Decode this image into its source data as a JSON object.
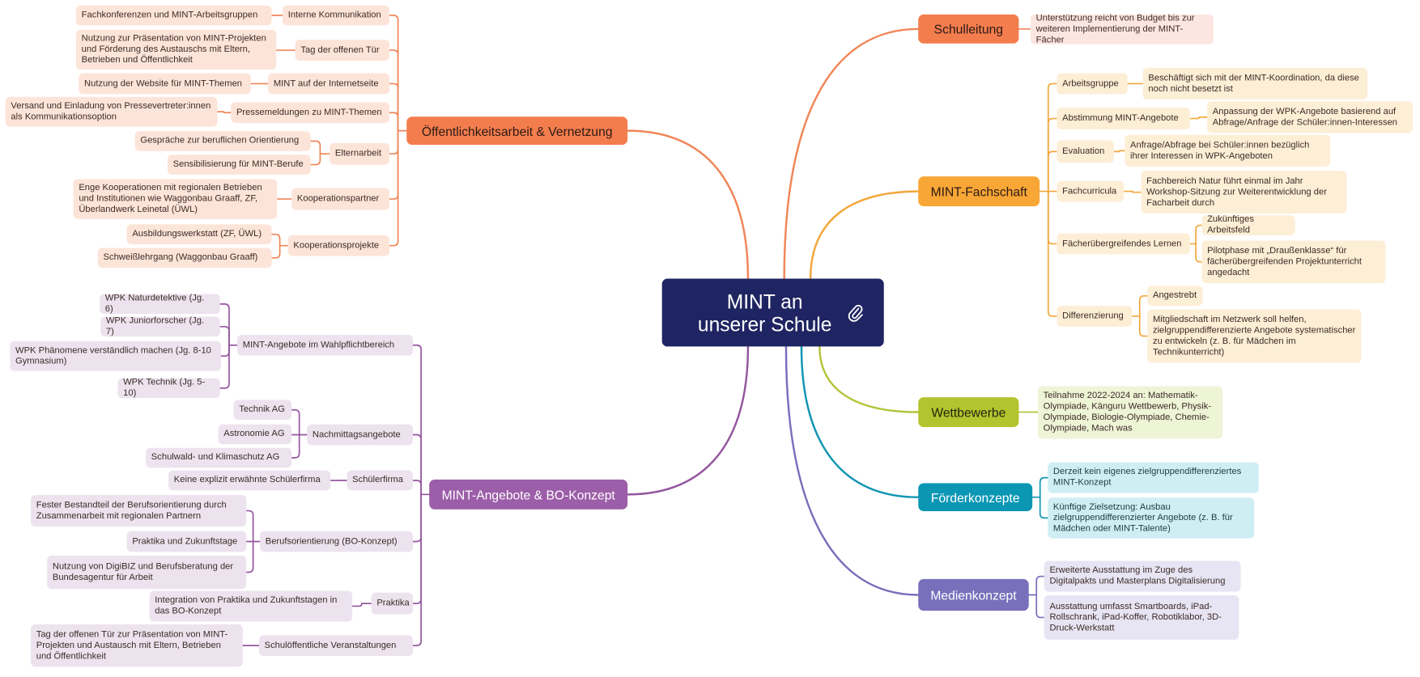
{
  "center": {
    "title": "MINT an unserer Schule",
    "icon": "paperclip-icon"
  },
  "colors": {
    "center": "#1f2562",
    "oeffentlichkeit": "#f47d4e",
    "bo_konzept": "#9c5ea8",
    "schulleitung": "#f47d4e",
    "fachschaft": "#f8a636",
    "wettbewerbe": "#b3c42e",
    "foerder": "#0b97b4",
    "medien": "#7870bb"
  },
  "branches": [
    {
      "label": "Öffentlichkeitsarbeit & Vernetzung",
      "children": [
        {
          "label": "Interne Kommunikation",
          "children": [
            {
              "label": "Fachkonferenzen und MINT-Arbeitsgruppen"
            }
          ]
        },
        {
          "label": "Tag der offenen Tür",
          "children": [
            {
              "label": "Nutzung zur Präsentation von MINT-Projekten und Förderung des Austauschs mit Eltern, Betrieben und Öffentlichkeit"
            }
          ]
        },
        {
          "label": "MINT auf der Internetseite",
          "children": [
            {
              "label": "Nutzung der Website für MINT-Themen"
            }
          ]
        },
        {
          "label": "Pressemeldungen zu MINT-Themen",
          "children": [
            {
              "label": "Versand und Einladung von Pressevertreter:innen als Kommunikationsoption"
            }
          ]
        },
        {
          "label": "Elternarbeit",
          "children": [
            {
              "label": "Gespräche zur beruflichen Orientierung"
            },
            {
              "label": "Sensibilisierung für MINT-Berufe"
            }
          ]
        },
        {
          "label": "Kooperationspartner",
          "children": [
            {
              "label": "Enge Kooperationen mit regionalen Betrieben und Institutionen wie Waggonbau Graaff, ZF, Überlandwerk Leinetal (ÜWL)"
            }
          ]
        },
        {
          "label": "Kooperationsprojekte",
          "children": [
            {
              "label": "Ausbildungswerkstatt (ZF, ÜWL)"
            },
            {
              "label": "Schweißlehrgang (Waggonbau Graaff)"
            }
          ]
        }
      ]
    },
    {
      "label": "MINT-Angebote & BO-Konzept",
      "children": [
        {
          "label": "MINT-Angebote im Wahlpflichtbereich",
          "children": [
            {
              "label": "WPK Naturdetektive (Jg. 6)"
            },
            {
              "label": "WPK Juniorforscher (Jg. 7)"
            },
            {
              "label": "WPK Phänomene verständlich machen (Jg. 8-10 Gymnasium)"
            },
            {
              "label": "WPK Technik (Jg. 5-10)"
            }
          ]
        },
        {
          "label": "Nachmittagsangebote",
          "children": [
            {
              "label": "Technik AG"
            },
            {
              "label": "Astronomie AG"
            },
            {
              "label": "Schulwald- und Klimaschutz AG"
            }
          ]
        },
        {
          "label": "Schülerfirma",
          "children": [
            {
              "label": "Keine explizit erwähnte Schülerfirma"
            }
          ]
        },
        {
          "label": "Berufsorientierung (BO-Konzept)",
          "children": [
            {
              "label": "Fester Bestandteil der Berufsorientierung durch Zusammenarbeit mit regionalen Partnern"
            },
            {
              "label": "Praktika und Zukunftstage"
            },
            {
              "label": "Nutzung von DigiBIZ und Berufsberatung der Bundesagentur für Arbeit"
            }
          ]
        },
        {
          "label": "Praktika",
          "children": [
            {
              "label": "Integration von Praktika und Zukunftstagen in das BO-Konzept"
            }
          ]
        },
        {
          "label": "Schulöffentliche Veranstaltungen",
          "children": [
            {
              "label": "Tag der offenen Tür zur Präsentation von MINT-Projekten und Austausch mit Eltern, Betrieben und Öffentlichkeit"
            }
          ]
        }
      ]
    },
    {
      "label": "Schulleitung",
      "children": [
        {
          "label": "Unterstützung reicht von Budget bis zur weiteren Implementierung der MINT-Fächer"
        }
      ]
    },
    {
      "label": "MINT-Fachschaft",
      "children": [
        {
          "label": "Arbeitsgruppe",
          "children": [
            {
              "label": "Beschäftigt sich mit der MINT-Koordination, da diese noch nicht besetzt ist"
            }
          ]
        },
        {
          "label": "Abstimmung MINT-Angebote",
          "children": [
            {
              "label": "Anpassung der WPK-Angebote basierend auf Abfrage/Anfrage der Schüler:innen-Interessen"
            }
          ]
        },
        {
          "label": "Evaluation",
          "children": [
            {
              "label": "Anfrage/Abfrage bei Schüler:innen bezüglich ihrer Interessen in WPK-Angeboten"
            }
          ]
        },
        {
          "label": "Fachcurricula",
          "children": [
            {
              "label": "Fachbereich Natur führt einmal im Jahr Workshop-Sitzung zur Weiterentwicklung der Facharbeit durch"
            }
          ]
        },
        {
          "label": "Fächerübergreifendes Lernen",
          "children": [
            {
              "label": "Zukünftiges Arbeitsfeld"
            },
            {
              "label": "Pilotphase mit „Draußenklasse“ für fächerübergreifenden Projektunterricht angedacht"
            }
          ]
        },
        {
          "label": "Differenzierung",
          "children": [
            {
              "label": "Angestrebt"
            },
            {
              "label": "Mitgliedschaft im Netzwerk soll helfen, zielgruppendifferenzierte Angebote systematischer zu entwickeln (z. B. für Mädchen im Technikunterricht)"
            }
          ]
        }
      ]
    },
    {
      "label": "Wettbewerbe",
      "children": [
        {
          "label": "Teilnahme 2022-2024 an: Mathematik-Olympiade, Känguru Wettbewerb, Physik-Olympiade, Biologie-Olympiade, Chemie-Olympiade, Mach was"
        }
      ]
    },
    {
      "label": "Förderkonzepte",
      "children": [
        {
          "label": "Derzeit kein eigenes zielgruppendifferenziertes MINT-Konzept"
        },
        {
          "label": "Künftige Zielsetzung: Ausbau zielgruppendifferenzierter Angebote (z. B. für Mädchen oder MINT-Talente)"
        }
      ]
    },
    {
      "label": "Medienkonzept",
      "children": [
        {
          "label": "Erweiterte Ausstattung im Zuge des Digitalpakts und Masterplans Digitalisierung"
        },
        {
          "label": "Ausstattung umfasst Smartboards, iPad-Rollschrank, iPad-Koffer, Robotiklabor, 3D-Druck-Werkstatt"
        }
      ]
    }
  ]
}
